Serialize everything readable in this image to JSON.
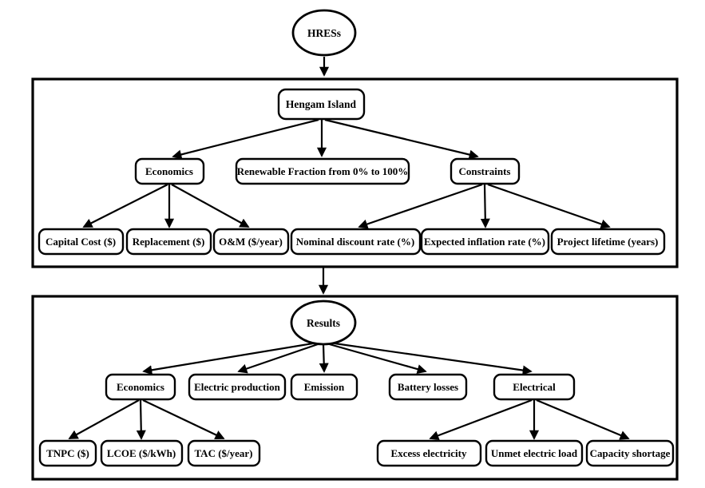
{
  "title": "HRES optimization flowchart",
  "colors": {
    "line": "#000000",
    "background": "#ffffff",
    "node_fill": "#ffffff"
  },
  "nodes": {
    "hress": "HRESs",
    "hengam_island": "Hengam Island",
    "economics_inputs": "Economics",
    "renewable_fraction": "Renewable Fraction from 0% to 100%",
    "constraints": "Constraints",
    "capital_cost": "Capital Cost ($)",
    "replacement": "Replacement ($)",
    "om": "O&M ($/year)",
    "nominal_discount": "Nominal discount rate (%)",
    "expected_inflation": "Expected inflation rate (%)",
    "project_lifetime": "Project lifetime (years)",
    "results": "Results",
    "economics_results": "Economics",
    "electric_production": "Electric production",
    "emission": "Emission",
    "battery_losses": "Battery losses",
    "electrical": "Electrical",
    "tnpc": "TNPC ($)",
    "lcoe": "LCOE ($/kWh)",
    "tac": "TAC ($/year)",
    "excess_electricity": "Excess electricity",
    "unmet_electric_load": "Unmet electric load",
    "capacity_shortage": "Capacity shortage"
  },
  "edges": [
    {
      "from": "hress",
      "to": "hengam_island"
    },
    {
      "from": "hengam_island",
      "to": "economics_inputs"
    },
    {
      "from": "hengam_island",
      "to": "renewable_fraction"
    },
    {
      "from": "hengam_island",
      "to": "constraints"
    },
    {
      "from": "economics_inputs",
      "to": "capital_cost"
    },
    {
      "from": "economics_inputs",
      "to": "replacement"
    },
    {
      "from": "economics_inputs",
      "to": "om"
    },
    {
      "from": "constraints",
      "to": "nominal_discount"
    },
    {
      "from": "constraints",
      "to": "expected_inflation"
    },
    {
      "from": "constraints",
      "to": "project_lifetime"
    },
    {
      "from": "hengam_island_group",
      "to": "results_group"
    },
    {
      "from": "results",
      "to": "economics_results"
    },
    {
      "from": "results",
      "to": "electric_production"
    },
    {
      "from": "results",
      "to": "emission"
    },
    {
      "from": "results",
      "to": "battery_losses"
    },
    {
      "from": "results",
      "to": "electrical"
    },
    {
      "from": "economics_results",
      "to": "tnpc"
    },
    {
      "from": "economics_results",
      "to": "lcoe"
    },
    {
      "from": "economics_results",
      "to": "tac"
    },
    {
      "from": "electrical",
      "to": "excess_electricity"
    },
    {
      "from": "electrical",
      "to": "unmet_electric_load"
    },
    {
      "from": "electrical",
      "to": "capacity_shortage"
    }
  ]
}
